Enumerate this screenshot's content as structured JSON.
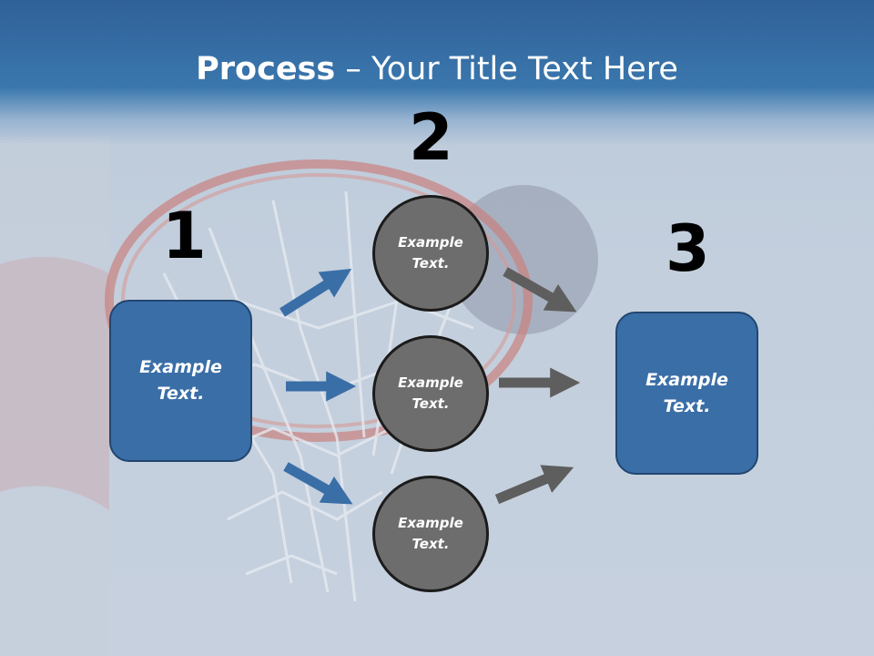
{
  "title": {
    "bold": "Process",
    "rest": " – Your Title Text Here"
  },
  "steps": {
    "one": "1",
    "two": "2",
    "three": "3"
  },
  "left_box": {
    "line1": "Example",
    "line2": "Text."
  },
  "circles": [
    {
      "line1": "Example",
      "line2": "Text."
    },
    {
      "line1": "Example",
      "line2": "Text."
    },
    {
      "line1": "Example",
      "line2": "Text."
    }
  ],
  "right_box": {
    "line1": "Example",
    "line2": "Text."
  },
  "colors": {
    "box_fill": "#3a6ea7",
    "circle_fill": "#6d6d6e",
    "blue_arrow": "#3a6ea7",
    "gray_arrow": "#5e5e5e",
    "header": "#3a77ad"
  }
}
